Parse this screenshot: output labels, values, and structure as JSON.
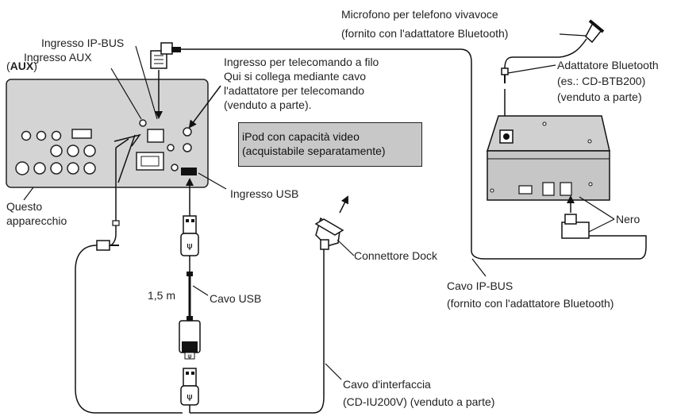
{
  "labels": {
    "mic_line1": "Microfono per telefono vivavoce",
    "mic_line2": "(fornito con l'adattatore Bluetooth)",
    "ip_bus_input": "Ingresso IP-BUS",
    "aux_input": "Ingresso AUX",
    "aux_open": "(",
    "aux_bold": "AUX",
    "aux_close": ")",
    "remote_line1": "Ingresso per telecomando a filo",
    "remote_line2": "Qui si collega mediante cavo",
    "remote_line3": "l'adattatore per telecomando",
    "remote_line4": "(venduto a parte).",
    "bt_line1": "Adattatore Bluetooth",
    "bt_line2": "(es.: CD-BTB200)",
    "bt_line3": "(venduto a parte)",
    "ipod_line1": "iPod con capacità video",
    "ipod_line2": "(acquistabile separatamente)",
    "usb_input": "Ingresso USB",
    "this_unit_line1": "Questo",
    "this_unit_line2": "apparecchio",
    "nero": "Nero",
    "dock_connector": "Connettore Dock",
    "usb_cable": "Cavo USB",
    "length": "1,5 m",
    "ipbus_cable_line1": "Cavo IP-BUS",
    "ipbus_cable_line2": "(fornito con l'adattatore Bluetooth)",
    "interface_line1": "Cavo d'interfaccia",
    "interface_line2": "(CD-IU200V) (venduto a parte)"
  }
}
